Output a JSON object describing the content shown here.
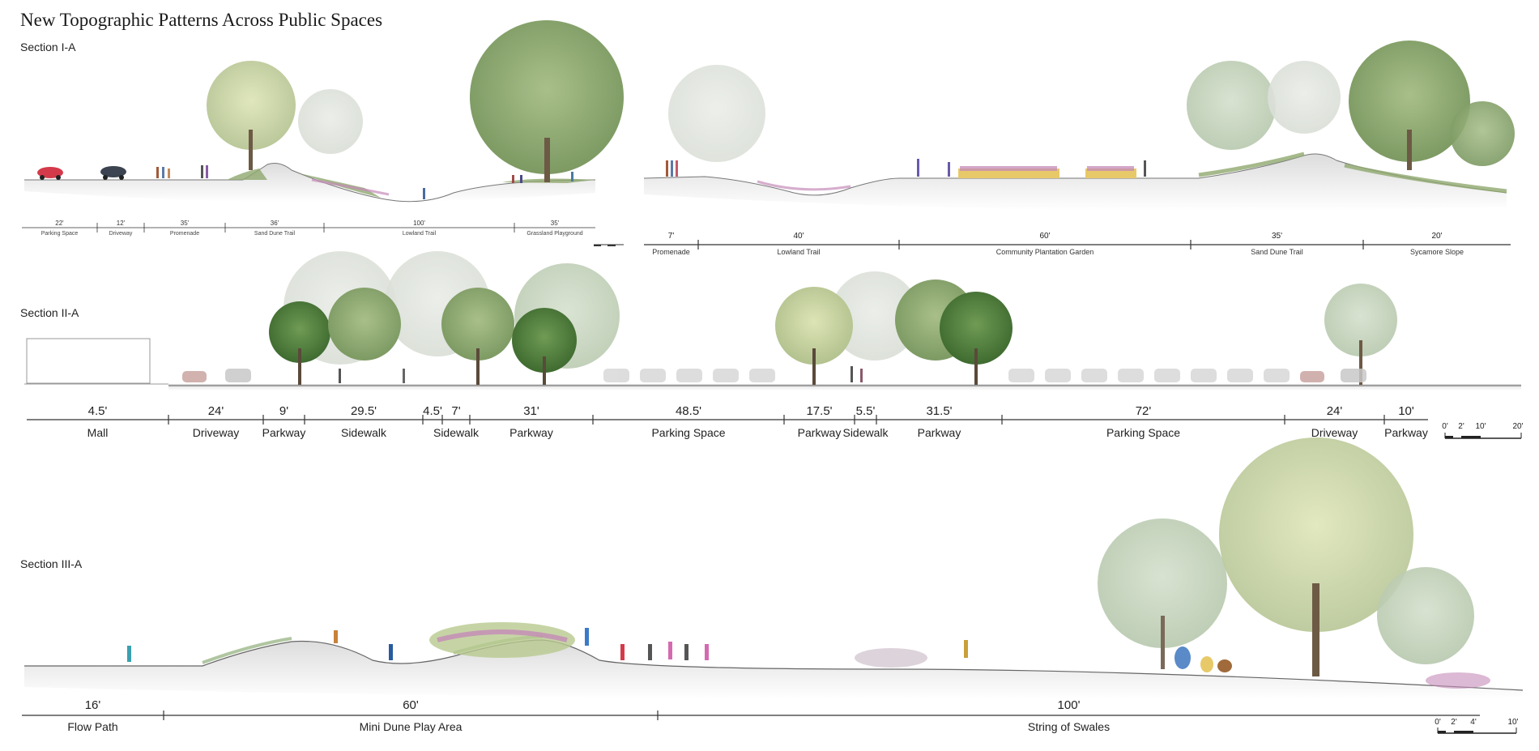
{
  "title": "New Topographic Patterns Across Public Spaces",
  "sections": {
    "s1": {
      "label": "Section I-A"
    },
    "s2": {
      "label": "Section II-A"
    },
    "s3": {
      "label": "Section III-A"
    }
  },
  "row1_left": [
    {
      "dim": "22'",
      "name": "Parking Space"
    },
    {
      "dim": "12'",
      "name": "Driveway"
    },
    {
      "dim": "35'",
      "name": "Promenade"
    },
    {
      "dim": "36'",
      "name": "Sand Dune Trail"
    },
    {
      "dim": "100'",
      "name": "Lowland Trail"
    },
    {
      "dim": "35'",
      "name": "Grassland Playground"
    }
  ],
  "row1_right": [
    {
      "dim": "7'",
      "name": "Promenade"
    },
    {
      "dim": "40'",
      "name": "Lowland Trail"
    },
    {
      "dim": "60'",
      "name": "Community Plantation Garden"
    },
    {
      "dim": "35'",
      "name": "Sand Dune Trail"
    },
    {
      "dim": "20'",
      "name": "Sycamore Slope"
    }
  ],
  "row2": [
    {
      "dim": "4.5'",
      "name": "Mall"
    },
    {
      "dim": "24'",
      "name": "Driveway"
    },
    {
      "dim": "9'",
      "name": "Parkway"
    },
    {
      "dim": "29.5'",
      "name": "Sidewalk"
    },
    {
      "dim": "4.5'",
      "name": ""
    },
    {
      "dim": "7'",
      "name": "Sidewalk"
    },
    {
      "dim": "31'",
      "name": "Parkway"
    },
    {
      "dim": "48.5'",
      "name": "Parking Space"
    },
    {
      "dim": "17.5'",
      "name": "Parkway"
    },
    {
      "dim": "5.5'",
      "name": "Sidewalk"
    },
    {
      "dim": "31.5'",
      "name": "Parkway"
    },
    {
      "dim": "72'",
      "name": "Parking Space"
    },
    {
      "dim": "24'",
      "name": "Driveway"
    },
    {
      "dim": "10'",
      "name": "Parkway"
    }
  ],
  "row3": [
    {
      "dim": "16'",
      "name": "Flow Path"
    },
    {
      "dim": "60'",
      "name": "Mini Dune Play Area"
    },
    {
      "dim": "100'",
      "name": "String of Swales"
    }
  ],
  "scale2": [
    "0'",
    "2'",
    "10'",
    "20'"
  ],
  "scale3": [
    "0'",
    "2'",
    "4'",
    "10'"
  ],
  "colors": {
    "ground": "#ededed",
    "tree_dark": "#5c8a45",
    "tree_light": "#b9cdb0",
    "fog": "#e3e6e2",
    "planter": "#e8c96a",
    "flower": "#c48ab8"
  }
}
